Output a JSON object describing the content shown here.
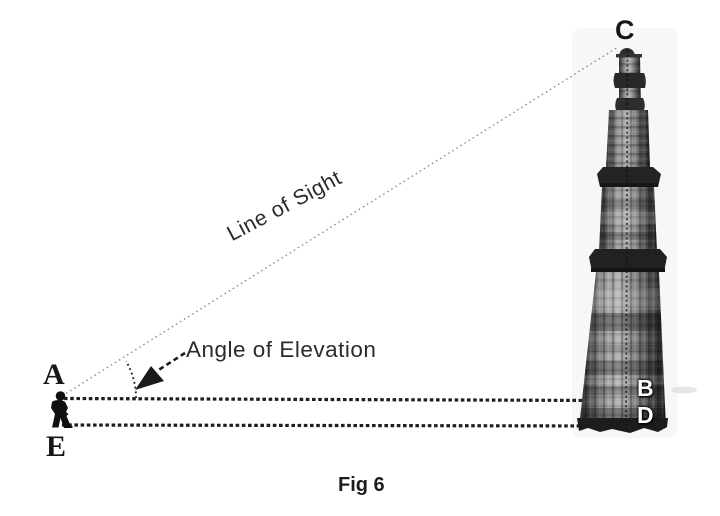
{
  "figure": {
    "caption": "Fig 6",
    "points": {
      "A": "A",
      "B": "B",
      "C": "C",
      "D": "D",
      "E": "E"
    },
    "annotations": {
      "line_of_sight": "Line of Sight",
      "angle_of_elevation": "Angle of Elevation"
    },
    "elements": [
      "observer standing at A above E",
      "dotted line of sight from A to tower top C",
      "dotted horizontal line A to B",
      "dotted ground line E to D",
      "dotted angle arc with arrow marking angle of elevation",
      "photograph of tapering minaret tower (Qutub Minar) with labels C at top, B and D at base"
    ],
    "colors": {
      "background": "#ffffff",
      "ink": "#1a1a1a",
      "sight_line_gray": "#8a8a8a",
      "tower_dark": "#242424",
      "on_tower_label": "#ffffff"
    }
  }
}
